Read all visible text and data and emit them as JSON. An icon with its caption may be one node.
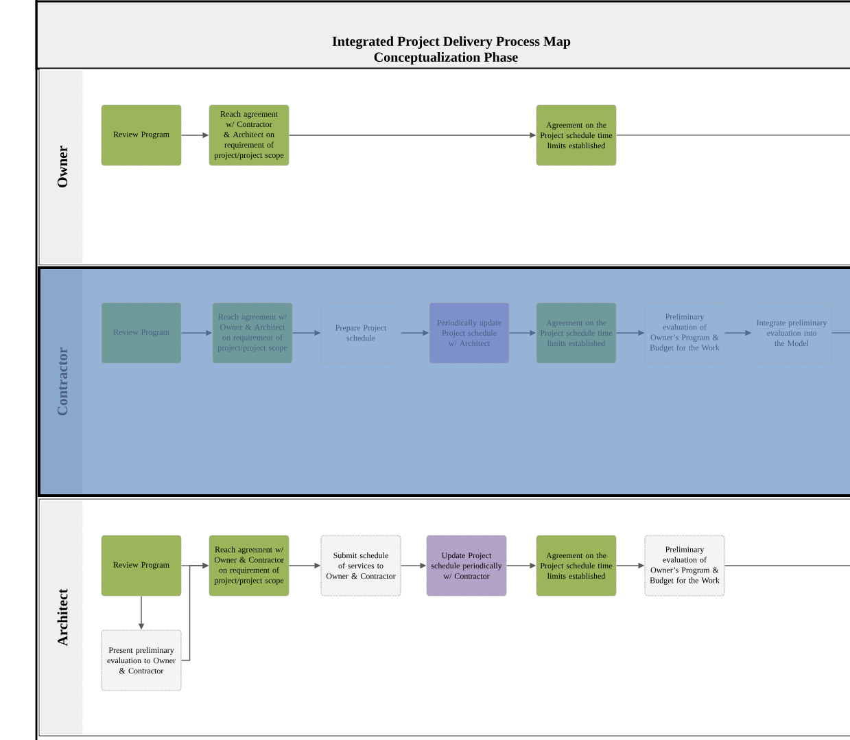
{
  "diagram": {
    "title": "Integrated Project Delivery Process Map",
    "labels": [
      "Conceptualization Phase"
    ],
    "nodes": [
      {
        "text": [
          "Owner"
        ]
      },
      {
        "text": [
          "Review Program"
        ],
        "in": 0
      },
      {
        "text": [
          "Reach agreement w/ Contractor & Architect on requirement of project/project scope"
        ],
        "in": 0
      },
      {
        "text": [
          "Agreement on the Project schedule time limits established"
        ],
        "in": 0
      },
      {
        "text": [
          "Contractor"
        ]
      },
      {
        "text": [
          "Review Program"
        ],
        "in": 4
      },
      {
        "text": [
          "Reach agreement w/ Owner & Architect on requirement of project/project scope"
        ],
        "in": 4
      },
      {
        "text": [
          "Prepare Project schedule"
        ],
        "in": 4
      },
      {
        "text": [
          "Periodically update Project schedule w/ Architect"
        ],
        "in": 4
      },
      {
        "text": [
          "Agreement on the Project schedule time limits established"
        ],
        "in": 4
      },
      {
        "text": [
          "Preliminary evaluation of Owner’s Program & Budget for the Work"
        ],
        "in": 4
      },
      {
        "text": [
          "Integrate preliminary evaluation into the Model"
        ],
        "in": 4
      },
      {
        "text": [
          "Architect"
        ]
      },
      {
        "text": [
          "Review Program"
        ],
        "in": 12
      },
      {
        "text": [
          "Reach agreement w/ Owner & Contractor on requirement of project/project scope"
        ],
        "in": 12
      },
      {
        "text": [
          "Submit schedule of services to Owner & Contractor"
        ],
        "in": 12
      },
      {
        "text": [
          "Update Project schedule periodically w/ Contractor"
        ],
        "in": 12
      },
      {
        "text": [
          "Agreement on the Project schedule time limits established"
        ],
        "in": 12
      },
      {
        "text": [
          "Preliminary evaluation of Owner’s Program & Budget for the Work"
        ],
        "in": 12
      },
      {
        "text": [
          "Present preliminary evaluation to Owner & Contractor"
        ],
        "in": 12
      }
    ],
    "edges": [
      {
        "from": 1,
        "to": 2,
        "arrow": "to"
      },
      {
        "from": 2,
        "to": 3,
        "arrow": "to"
      },
      {
        "from": 3,
        "to": null,
        "arrow": "none"
      },
      {
        "from": 5,
        "to": 6,
        "arrow": "to",
        "color": "#4f6a8f"
      },
      {
        "from": 6,
        "to": 7,
        "arrow": "to",
        "color": "#4f6a8f"
      },
      {
        "from": 7,
        "to": 8,
        "arrow": "to",
        "color": "#4f6a8f"
      },
      {
        "from": 8,
        "to": 9,
        "arrow": "to",
        "color": "#4f6a8f"
      },
      {
        "from": 9,
        "to": 10,
        "arrow": "to",
        "color": "#4f6a8f"
      },
      {
        "from": 10,
        "to": 11,
        "arrow": "to",
        "color": "#4f6a8f"
      },
      {
        "from": 11,
        "to": null,
        "arrow": "none",
        "color": "#4f6a8f"
      },
      {
        "from": 13,
        "to": 14,
        "arrow": "to"
      },
      {
        "from": 14,
        "to": 15,
        "arrow": "to"
      },
      {
        "from": 15,
        "to": 16,
        "arrow": "to"
      },
      {
        "from": 16,
        "to": 17,
        "arrow": "to"
      },
      {
        "from": 17,
        "to": 18,
        "arrow": "to"
      },
      {
        "from": 18,
        "to": null,
        "arrow": "none"
      },
      {
        "from": 13,
        "to": 19,
        "arrow": "to"
      },
      {
        "from": 19,
        "to": 14,
        "arrow": "to"
      }
    ]
  }
}
